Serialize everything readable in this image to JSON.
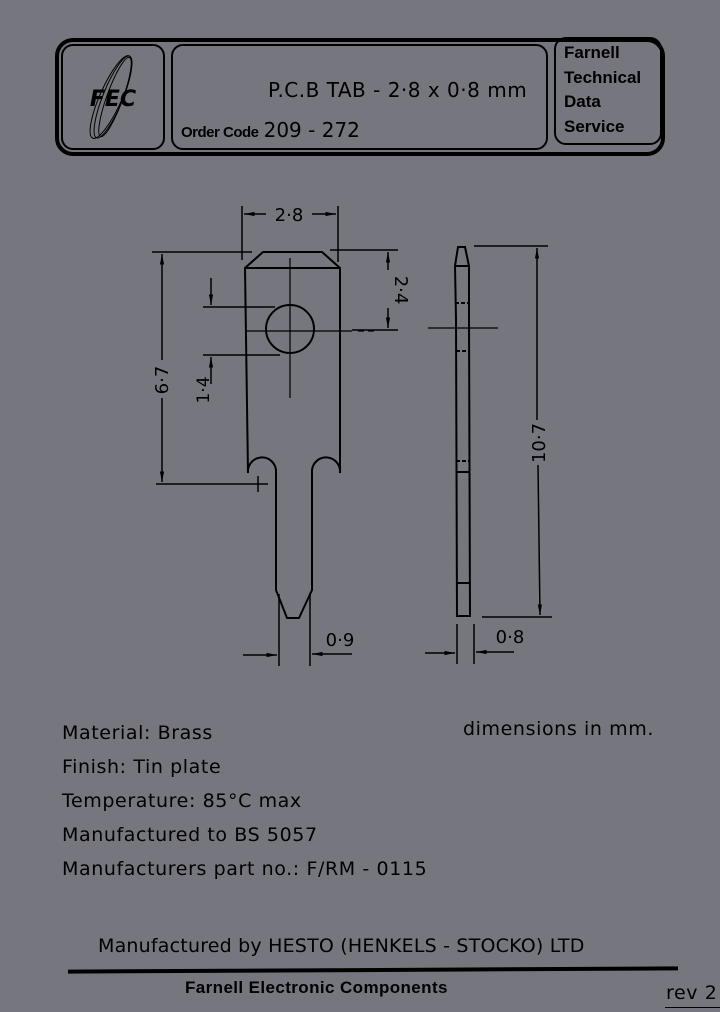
{
  "header": {
    "logo_text": "FEC",
    "title": "P.C.B  TAB - 2·8 x 0·8 mm",
    "order_code_label": "Order Code",
    "order_code_value": "209 - 272",
    "service_lines": [
      "Farnell",
      "Technical",
      "Data",
      "Service"
    ]
  },
  "drawing": {
    "front_view": {
      "width_dim": "2·8",
      "hole_offset_dim": "2·4",
      "hole_pos_dim": "1·4",
      "body_height_dim": "6·7",
      "pin_width_dim": "0·9"
    },
    "side_view": {
      "length_dim": "10·7",
      "thickness_dim": "0·8"
    }
  },
  "specs": {
    "material": "Material: Brass",
    "finish": "Finish: Tin  plate",
    "temperature": "Temperature: 85°C max",
    "standard": "Manufactured to BS  5057",
    "part_no": "Manufacturers  part  no.: F/RM - 0115",
    "units_note": "dimensions  in mm."
  },
  "footer": {
    "manufacturer": "Manufactured  by HESTO (HENKELS - STOCKO) LTD",
    "brand": "Farnell Electronic Components",
    "revision": "rev 2"
  },
  "colors": {
    "background": "#76767e",
    "ink": "#000000"
  }
}
